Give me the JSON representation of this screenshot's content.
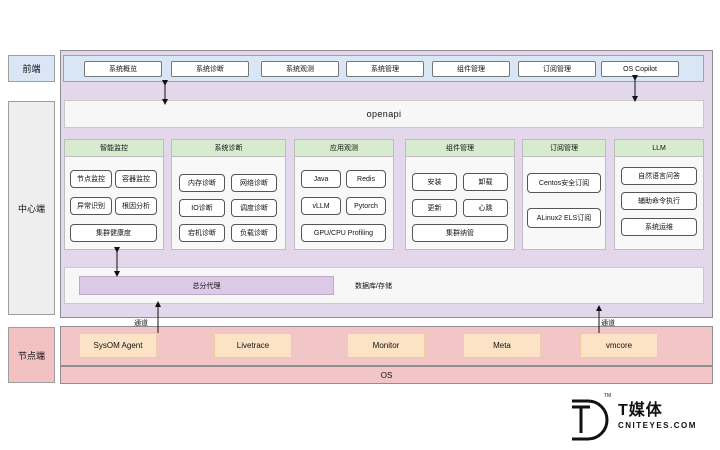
{
  "row_labels": {
    "front": "前端",
    "center": "中心端",
    "node": "节点端"
  },
  "front_tabs": [
    "系统概览",
    "系统诊断",
    "系统观测",
    "系统管理",
    "组件管理",
    "订阅管理",
    "OS Copilot"
  ],
  "openapi": "openapi",
  "groups": [
    {
      "title": "智能监控",
      "items": [
        "节点监控",
        "容器监控",
        "异常识别",
        "根因分析",
        "集群健康度"
      ]
    },
    {
      "title": "系统诊断",
      "items": [
        "内存诊断",
        "网络诊断",
        "IO诊断",
        "调度诊断",
        "宕机诊断",
        "负载诊断"
      ]
    },
    {
      "title": "应用观测",
      "items": [
        "Java",
        "Redis",
        "vLLM",
        "Pytorch",
        "GPU/CPU Profiling"
      ]
    },
    {
      "title": "组件管理",
      "items": [
        "安装",
        "卸载",
        "更新",
        "心跳",
        "集群纳管"
      ]
    },
    {
      "title": "订阅管理",
      "items": [
        "Centos安全订阅",
        "ALinux2 ELS订阅"
      ]
    },
    {
      "title": "LLM",
      "items": [
        "自然语言问答",
        "辅助命令执行",
        "系统运维"
      ]
    }
  ],
  "storage": {
    "proxy": "总分代理",
    "label": "数据库/存储"
  },
  "channels": [
    "通道",
    "通道"
  ],
  "agents": [
    "SysOM Agent",
    "Livetrace",
    "Monitor",
    "Meta",
    "vmcore"
  ],
  "os": "OS",
  "watermark": {
    "cn": "T媒体",
    "en": "CNITEYES.COM",
    "tm": "TM"
  },
  "colors": {
    "front_band": "#d9e6f5",
    "center_band": "#e3d7ec",
    "node_band": "#f2c6c6",
    "group_header": "#d7ebcf",
    "agent_box": "#fce3c6",
    "proxy_box": "#dcc9e6"
  }
}
